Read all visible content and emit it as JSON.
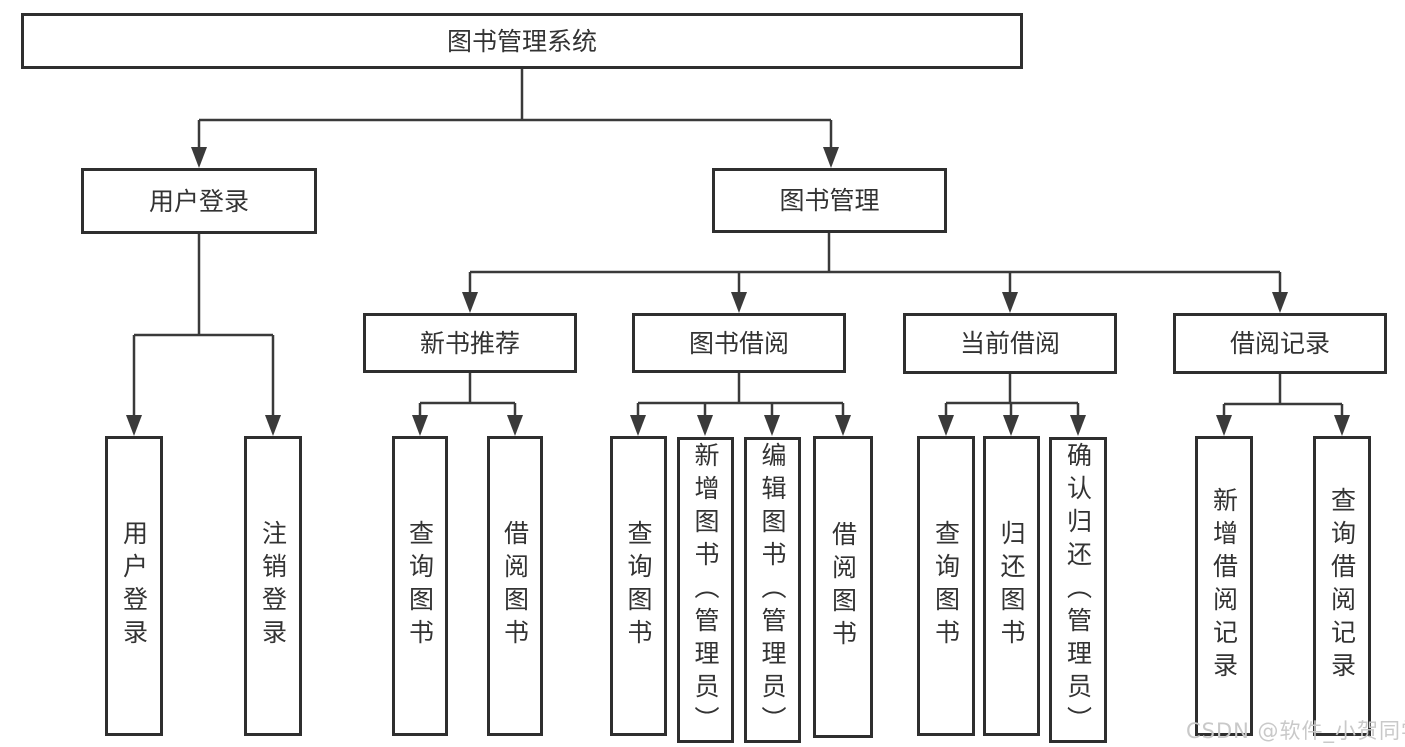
{
  "diagram": {
    "title": "图书管理系统",
    "level2": {
      "user_login": "用户登录",
      "book_mgmt": "图书管理"
    },
    "level3": {
      "new_books": "新书推荐",
      "book_borrow": "图书借阅",
      "current_borrow": "当前借阅",
      "borrow_records": "借阅记录"
    },
    "leaves": {
      "user_login": "用户登录",
      "logout": "注销登录",
      "query_books_nb": "查询图书",
      "borrow_books_nb": "借阅图书",
      "query_books_bb": "查询图书",
      "add_books": "新增图书（管理员）",
      "edit_books": "编辑图书（管理员）",
      "borrow_books_bb": "借阅图书",
      "query_books_cb": "查询图书",
      "return_books": "归还图书",
      "confirm_return": "确认归还（管理员）",
      "add_borrow_record": "新增借阅记录",
      "query_borrow_record": "查询借阅记录"
    }
  },
  "watermark": {
    "text": "CSDN @软件_小贺同学"
  },
  "colors": {
    "line": "#3a3a3a",
    "box_border": "#2f2f2f",
    "text": "#333333",
    "watermark": "#c9c9c9",
    "background": "#ffffff"
  }
}
